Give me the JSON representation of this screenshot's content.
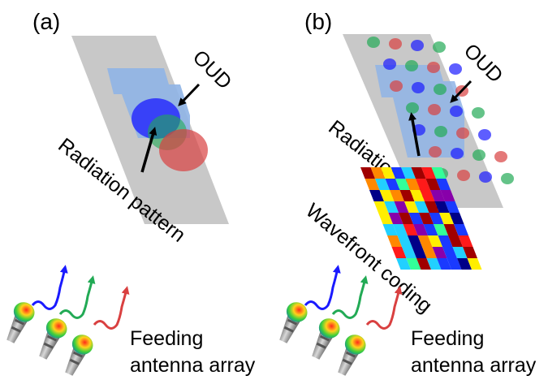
{
  "panels": [
    {
      "id": "a",
      "label": "(a)",
      "oud_label": "OUD",
      "pattern_label": "Radiation pattern",
      "feed_line1": "Feeding",
      "feed_line2": "antenna array"
    },
    {
      "id": "b",
      "label": "(b)",
      "oud_label": "OUD",
      "pattern_label": "Radiation pattern",
      "coding_label": "Wavefront coding",
      "feed_line1": "Feeding",
      "feed_line2": "antenna array"
    }
  ],
  "colors": {
    "plate": "#c8c8c8",
    "oud_region": "#8fb4e6",
    "beam_blue": "#1a1aff",
    "beam_green": "#22aa55",
    "beam_red": "#d94040",
    "antenna_body": "#9a9a9a"
  }
}
